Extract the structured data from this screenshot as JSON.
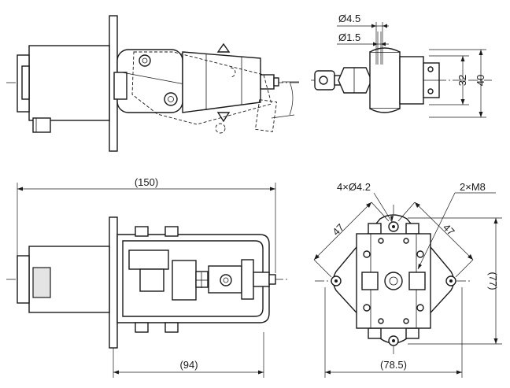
{
  "labels": {
    "d_top_small": "Ø4.5",
    "d_top_tiny": "Ø1.5",
    "dim_32": "32",
    "dim_40": "40",
    "dim_150": "(150)",
    "dim_94": "(94)",
    "holes": "4×Ø4.2",
    "thread": "2×M8",
    "dim_47_left": "47",
    "dim_47_right": "47",
    "dim_77": "(77)",
    "dim_78_5": "(78.5)"
  }
}
